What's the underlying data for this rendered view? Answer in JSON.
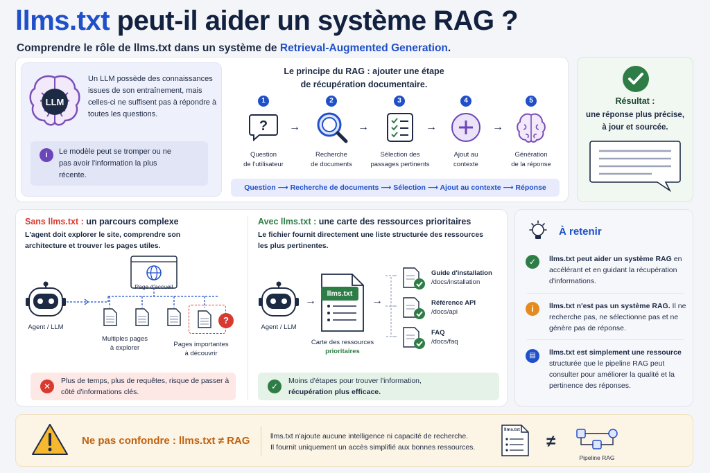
{
  "header": {
    "title_highlight": "llms.txt",
    "title_rest": " peut-il aider un système RAG ?",
    "subtitle_prefix": "Comprendre le rôle de llms.txt dans un système de ",
    "subtitle_highlight": "Retrieval-Augmented Generation",
    "subtitle_suffix": "."
  },
  "llm_card": {
    "badge": "LLM",
    "text": "Un LLM possède des connaissances issues de son entraînement, mais celles-ci ne suffisent pas à répondre à toutes les questions.",
    "note": "Le modèle peut se tromper ou ne pas avoir l'information la plus récente."
  },
  "rag": {
    "title_line1": "Le principe du RAG : ajouter une étape",
    "title_line2": "de récupération documentaire.",
    "steps": [
      {
        "num": "1",
        "label1": "Question",
        "label2": "de l'utilisateur"
      },
      {
        "num": "2",
        "label1": "Recherche",
        "label2": "de documents"
      },
      {
        "num": "3",
        "label1": "Sélection des",
        "label2": "passages pertinents"
      },
      {
        "num": "4",
        "label1": "Ajout au",
        "label2": "contexte"
      },
      {
        "num": "5",
        "label1": "Génération",
        "label2": "de la réponse"
      }
    ],
    "flow": "Question ⟶ Recherche de documents ⟶ Sélection ⟶ Ajout au contexte ⟶ Réponse"
  },
  "result": {
    "title": "Résultat :",
    "line1": "une réponse plus précise,",
    "line2": "à jour et sourcée."
  },
  "without": {
    "title_red": "Sans llms.txt :",
    "title_rest": " un parcours complexe",
    "desc": "L'agent doit explorer le site, comprendre son architecture et trouver les pages utiles.",
    "agent_label": "Agent / LLM",
    "home_label": "Page d'accueil",
    "multiple_label1": "Multiples pages",
    "multiple_label2": "à explorer",
    "important_label1": "Pages importantes",
    "important_label2": "à découvrir",
    "note": "Plus de temps, plus de requêtes, risque de passer à côté d'informations clés."
  },
  "with": {
    "title_green": "Avec llms.txt :",
    "title_rest": " une carte des ressources prioritaires",
    "desc": "Le fichier fournit directement une liste structurée des ressources les plus pertinentes.",
    "agent_label": "Agent / LLM",
    "file_tag": "llms.txt",
    "map_label1": "Carte des ressources",
    "map_label2": "prioritaires",
    "resources": [
      {
        "title": "Guide d'installation",
        "path": "/docs/installation"
      },
      {
        "title": "Référence API",
        "path": "/docs/api"
      },
      {
        "title": "FAQ",
        "path": "/docs/faq"
      }
    ],
    "note_line1": "Moins d'étapes pour trouver l'information,",
    "note_line2": "récupération plus efficace."
  },
  "retenir": {
    "title": "À retenir",
    "items": [
      {
        "bold": "llms.txt peut aider un système RAG",
        "rest": " en accélérant et en guidant la récupération d'informations."
      },
      {
        "bold": "llms.txt n'est pas un système RAG.",
        "rest": " Il ne recherche pas, ne sélectionne pas et ne génère pas de réponse."
      },
      {
        "bold": "llms.txt est simplement une ressource",
        "rest": " structurée que le pipeline RAG peut consulter pour améliorer la qualité et la pertinence des réponses."
      }
    ]
  },
  "footer": {
    "warning_title": "Ne pas confondre : llms.txt ≠ RAG",
    "line1": "llms.txt n'ajoute aucune intelligence ni capacité de recherche.",
    "line2": "Il fournit uniquement un accès simplifié aux bonnes ressources.",
    "doc_tag": "llms.txt",
    "neq": "≠",
    "pipeline_label": "Pipeline RAG"
  },
  "colors": {
    "accent_blue": "#1f4fc9",
    "green": "#2f7d46",
    "red": "#d93a2f",
    "orange": "#e58a1f"
  }
}
